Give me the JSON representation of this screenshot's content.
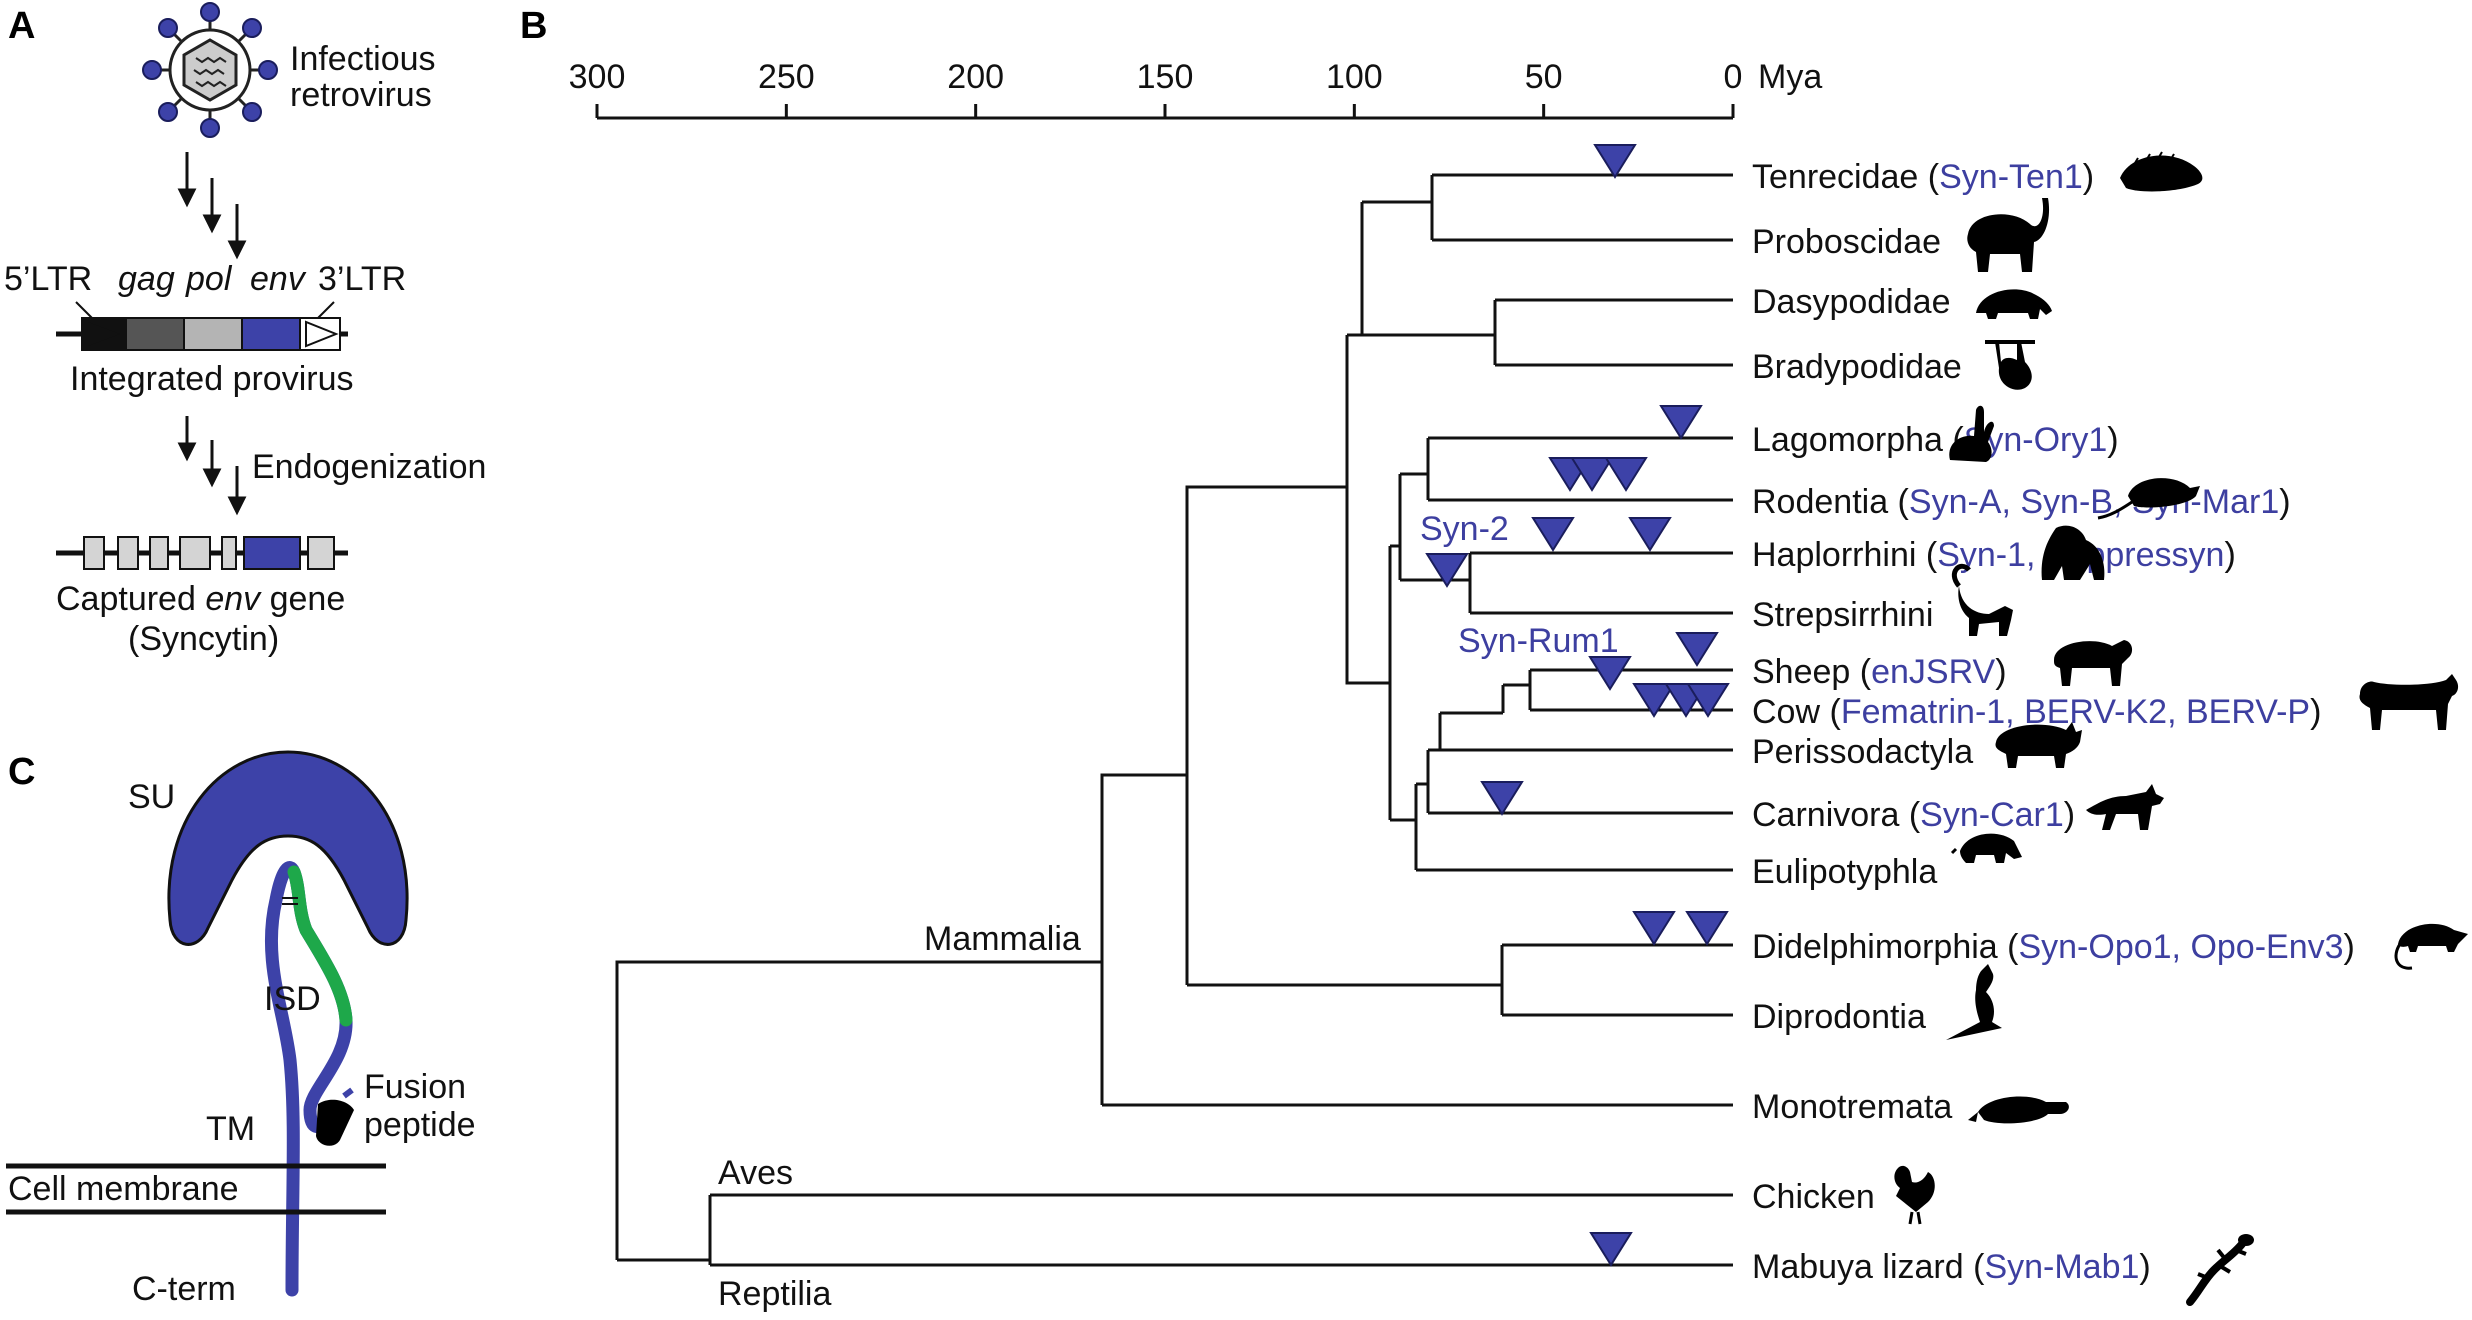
{
  "panels": {
    "a": "A",
    "b": "B",
    "c": "C"
  },
  "panel_a": {
    "virus_label_1": "Infectious",
    "virus_label_2": "retrovirus",
    "ltr5": "5’LTR",
    "gag": "gag",
    "pol": "pol",
    "env": "env",
    "ltr3": "3’LTR",
    "provirus_label": "Integrated provirus",
    "endogenization": "Endogenization",
    "captured_1a": "Captured ",
    "captured_1b": "env",
    "captured_1c": " gene",
    "captured_2": "(Syncytin)"
  },
  "panel_c": {
    "su": "SU",
    "isd": "ISD",
    "fusion_1": "Fusion",
    "fusion_2": "peptide",
    "tm": "TM",
    "membrane": "Cell membrane",
    "cterm": "C-term"
  },
  "axis": {
    "ticks": [
      300,
      250,
      200,
      150,
      100,
      50,
      0
    ],
    "unit": "Mya"
  },
  "clades": {
    "mammalia": "Mammalia",
    "aves": "Aves",
    "reptilia": "Reptilia"
  },
  "event_labels": {
    "syn2": "Syn-2",
    "synrum1": "Syn-Rum1"
  },
  "taxa": [
    {
      "name": "Tenrecidae",
      "syncytins": "Syn-Ten1",
      "icon": "tenrec-icon"
    },
    {
      "name": "Proboscidae",
      "syncytins": "",
      "icon": "elephant-icon"
    },
    {
      "name": "Dasypodidae",
      "syncytins": "",
      "icon": "armadillo-icon"
    },
    {
      "name": "Bradypodidae",
      "syncytins": "",
      "icon": "sloth-icon"
    },
    {
      "name": "Lagomorpha",
      "syncytins": "Syn-Ory1",
      "icon": "rabbit-icon"
    },
    {
      "name": "Rodentia",
      "syncytins": "Syn-A, Syn-B, Syn-Mar1",
      "icon": "rat-icon"
    },
    {
      "name": "Haplorrhini",
      "syncytins": "Syn-1, Suppressyn",
      "icon": "gorilla-icon"
    },
    {
      "name": "Strepsirrhini",
      "syncytins": "",
      "icon": "lemur-icon"
    },
    {
      "name": "Sheep",
      "syncytins": "enJSRV",
      "icon": "sheep-icon"
    },
    {
      "name": "Cow",
      "syncytins": "Fematrin-1, BERV-K2, BERV-P",
      "icon": "cow-icon"
    },
    {
      "name": "Perissodactyla",
      "syncytins": "",
      "icon": "rhino-icon"
    },
    {
      "name": "Carnivora",
      "syncytins": "Syn-Car1",
      "icon": "wolf-icon"
    },
    {
      "name": "Eulipotyphla",
      "syncytins": "",
      "icon": "hedgehog-icon"
    },
    {
      "name": "Didelphimorphia",
      "syncytins": "Syn-Opo1, Opo-Env3",
      "icon": "opossum-icon"
    },
    {
      "name": "Diprodontia",
      "syncytins": "",
      "icon": "kangaroo-icon"
    },
    {
      "name": "Monotremata",
      "syncytins": "",
      "icon": "platypus-icon"
    },
    {
      "name": "Chicken",
      "syncytins": "",
      "icon": "chicken-icon"
    },
    {
      "name": "Mabuya lizard",
      "syncytins": "Syn-Mab1",
      "icon": "lizard-icon"
    }
  ],
  "colors": {
    "accent_blue": "#3d42a8",
    "isd_green": "#1ea84a",
    "gag_dark": "#555555",
    "pol_light": "#b4b4b4"
  }
}
